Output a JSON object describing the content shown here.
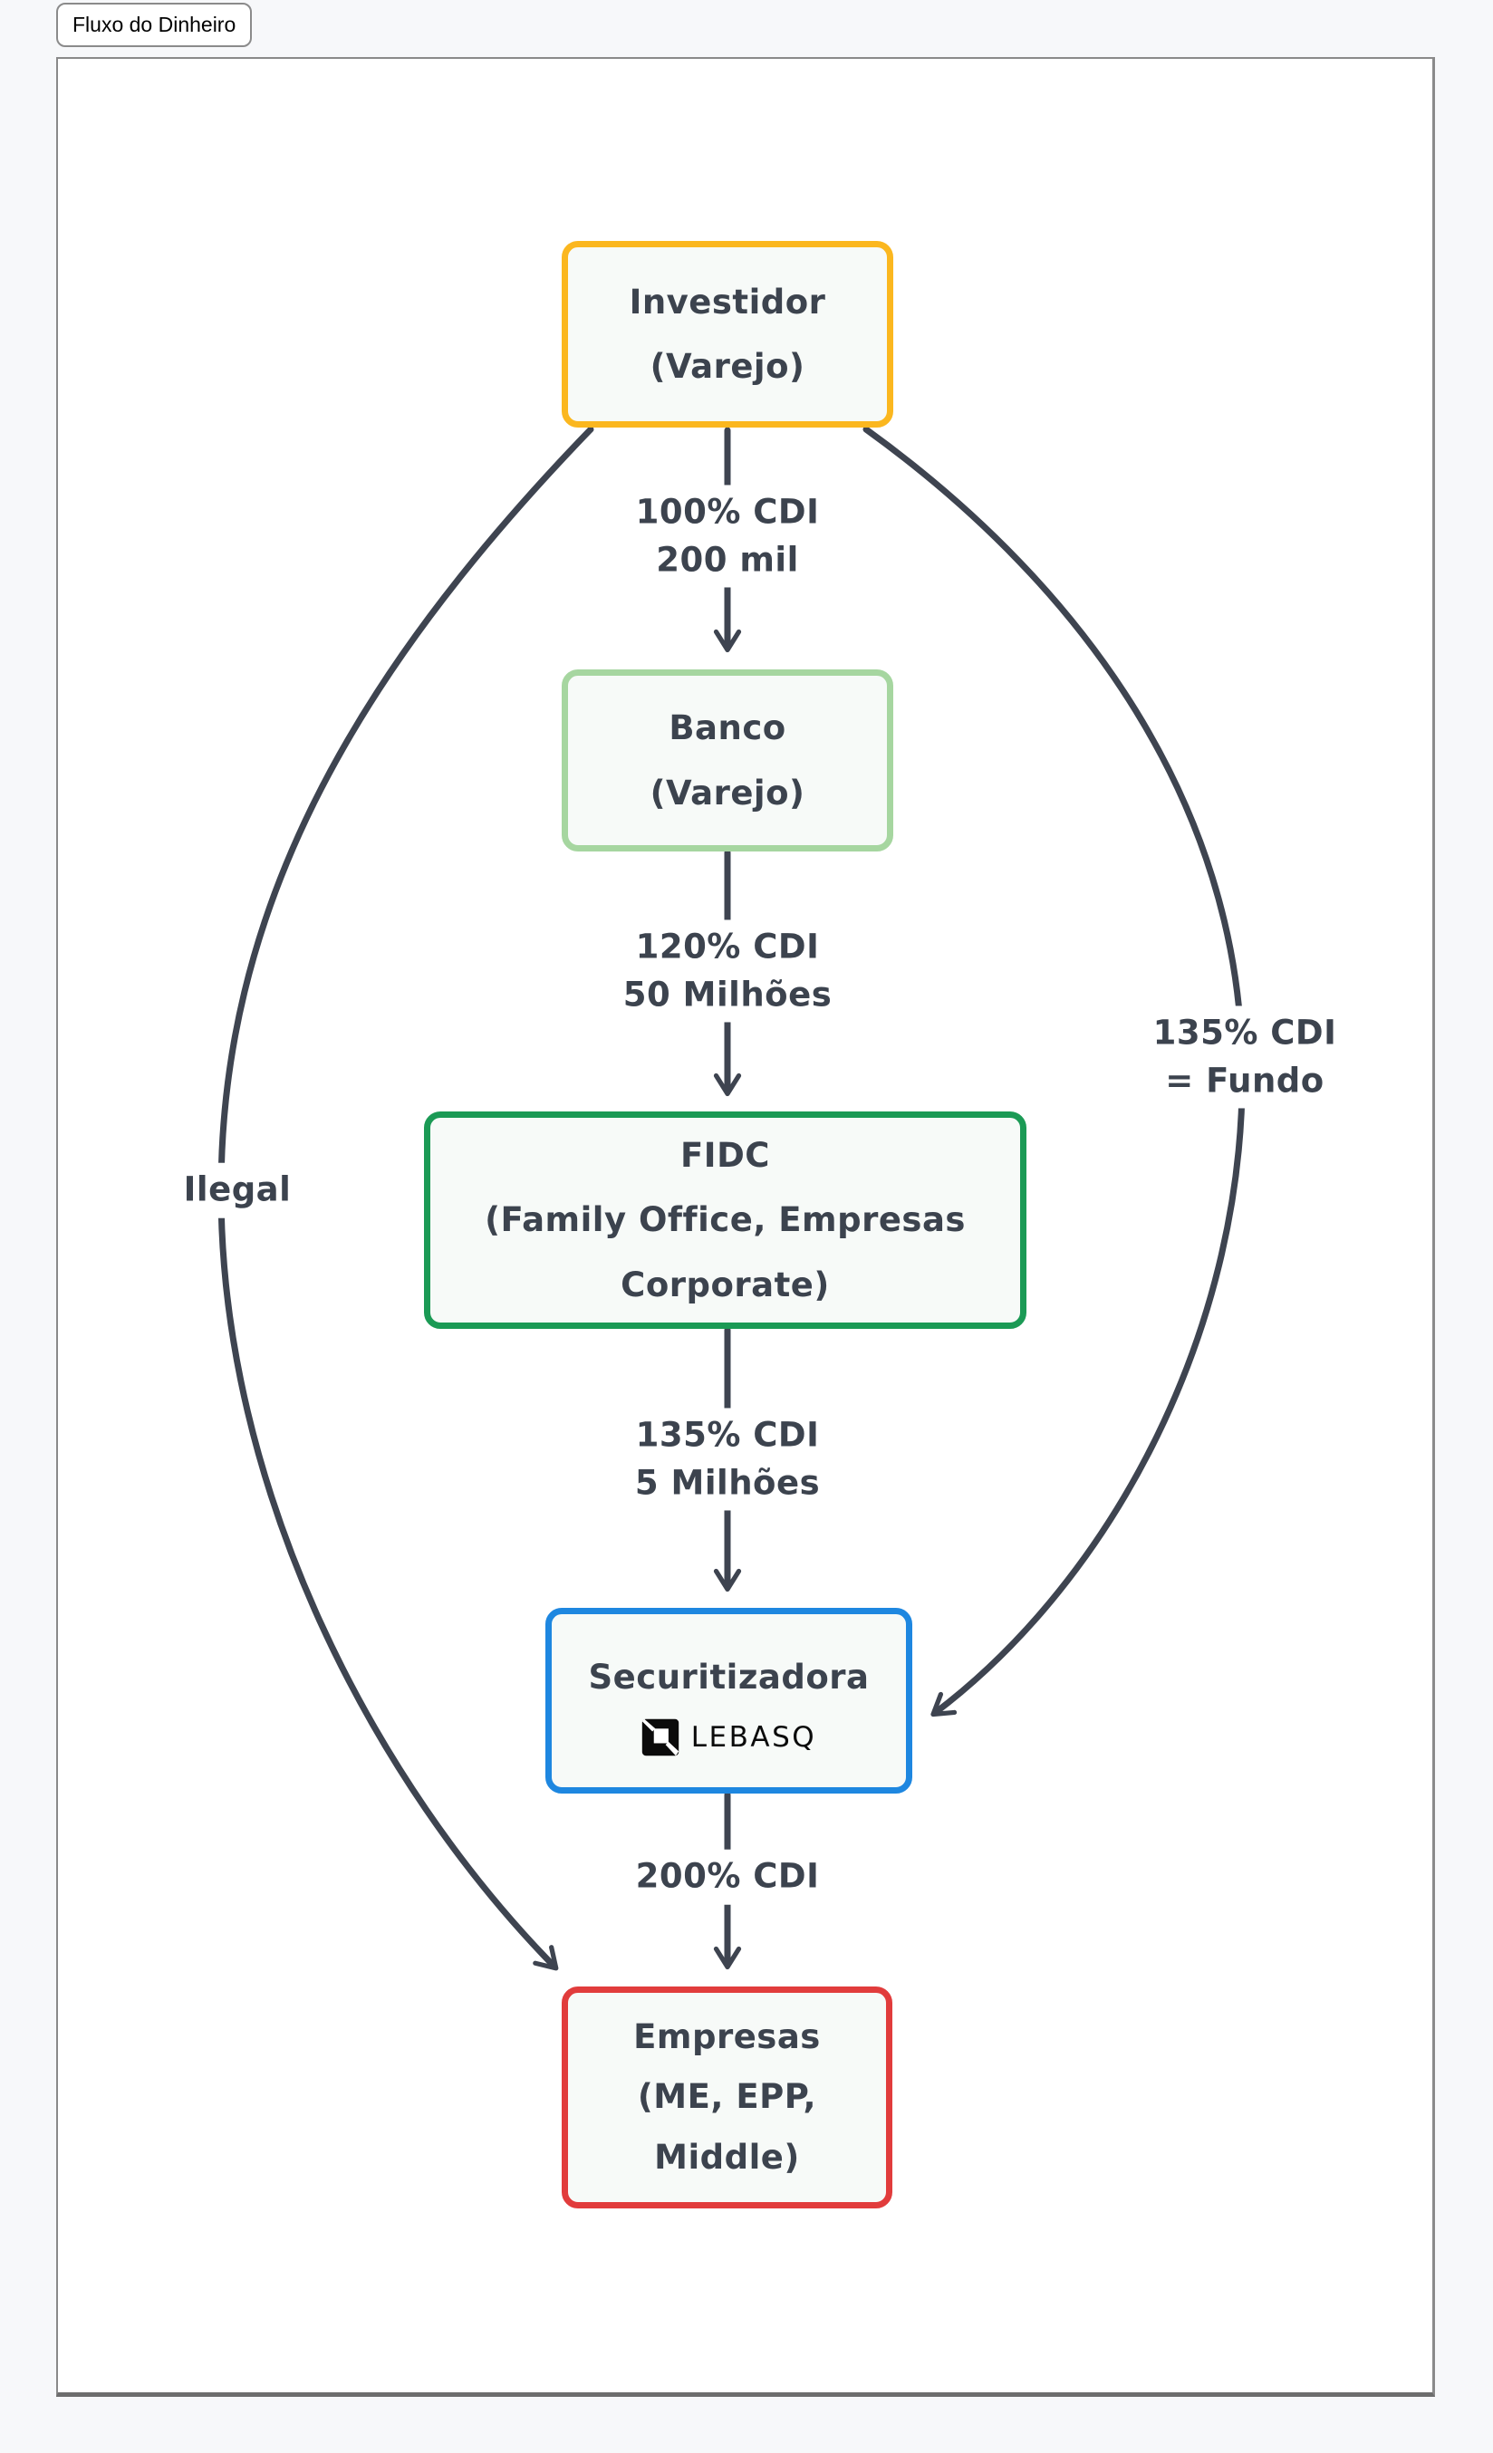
{
  "tab": {
    "label": "Fluxo do Dinheiro"
  },
  "colors": {
    "ink": "#3c434e",
    "node_fill": "#f7faf8",
    "investidor_border": "#fbb71f",
    "banco_border": "#a6d6a0",
    "fidc_border": "#1b9a55",
    "securitizadora_border": "#1e87e0",
    "empresas_border": "#e13c3c",
    "page_background": "#f7f8fa"
  },
  "nodes": {
    "investidor": {
      "lines": [
        "Investidor",
        "(Varejo)"
      ]
    },
    "banco": {
      "lines": [
        "Banco",
        "(Varejo)"
      ]
    },
    "fidc": {
      "lines": [
        "FIDC",
        "(Family Office, Empresas",
        "Corporate)"
      ]
    },
    "securitizadora": {
      "lines": [
        "Securitizadora"
      ],
      "logo_text": "LEBASQ"
    },
    "empresas": {
      "lines": [
        "Empresas",
        "(ME, EPP,",
        "Middle)"
      ]
    }
  },
  "edges": {
    "investidor_banco": {
      "lines": [
        "100% CDI",
        "200 mil"
      ]
    },
    "banco_fidc": {
      "lines": [
        "120% CDI",
        "50 Milhões"
      ]
    },
    "fidc_securitizadora": {
      "lines": [
        "135% CDI",
        "5 Milhões"
      ]
    },
    "securitizadora_empresas": {
      "lines": [
        "200% CDI"
      ]
    },
    "investidor_empresas": {
      "lines": [
        "Ilegal"
      ]
    },
    "investidor_securitizadora": {
      "lines": [
        "135% CDI",
        "= Fundo"
      ]
    }
  }
}
